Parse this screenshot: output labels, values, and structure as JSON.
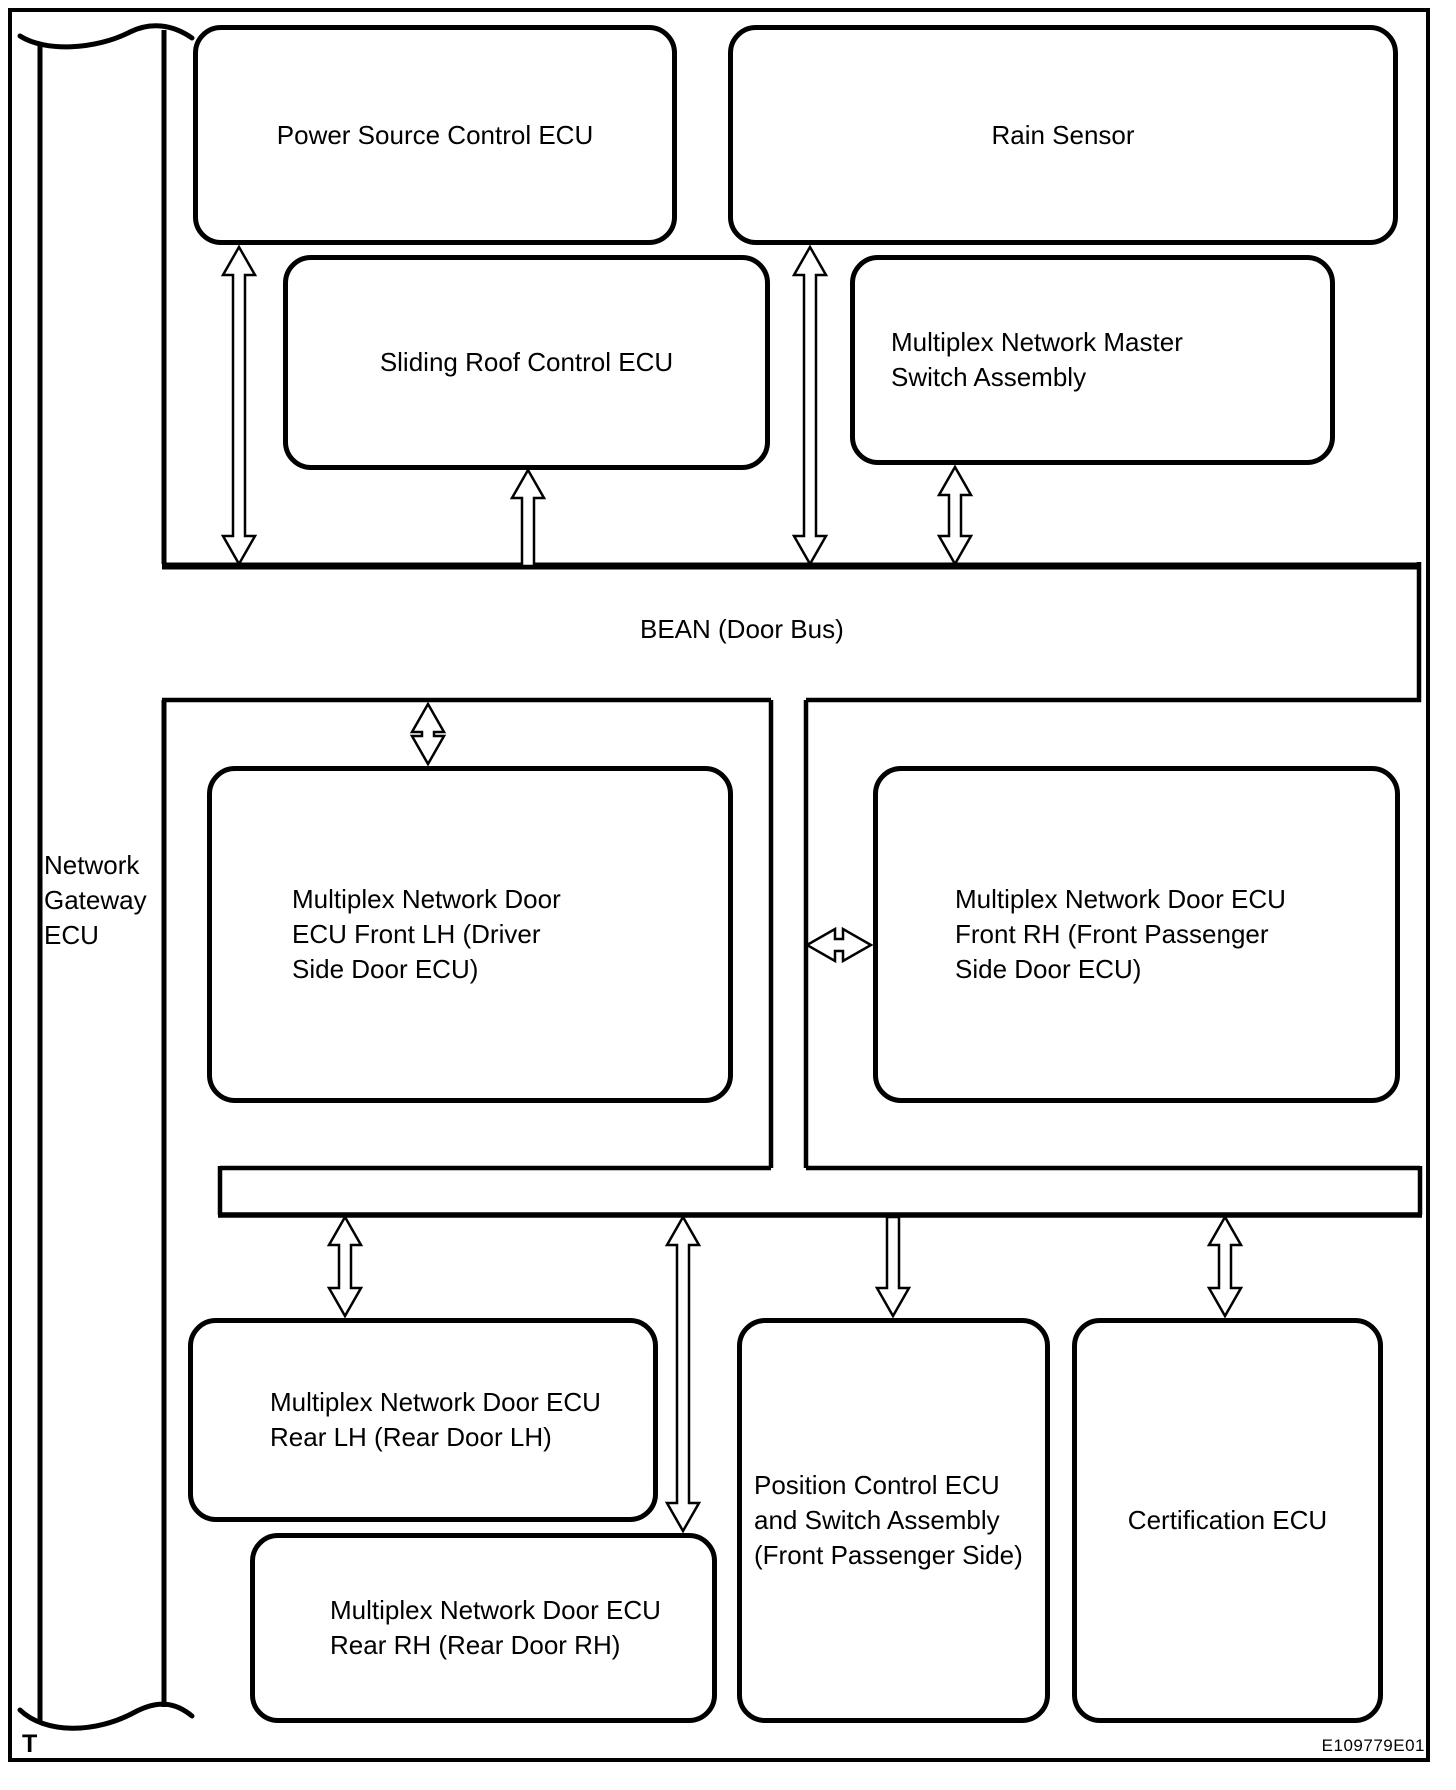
{
  "diagram": {
    "figure_code": "E109779E01",
    "gateway_bus": {
      "label": "Network\nGateway\nECU",
      "terminal_label": "T"
    },
    "door_bus": {
      "label": "BEAN (Door Bus)"
    },
    "boxes": {
      "power_source": "Power Source Control ECU",
      "rain_sensor": "Rain Sensor",
      "sliding_roof": "Sliding Roof Control ECU",
      "master_switch": "Multiplex Network Master\nSwitch Assembly",
      "front_lh": "Multiplex Network Door\nECU Front LH (Driver\nSide Door ECU)",
      "front_rh": "Multiplex Network Door ECU\nFront RH (Front Passenger\nSide Door ECU)",
      "rear_lh": "Multiplex Network Door ECU\nRear LH (Rear Door LH)",
      "rear_rh": "Multiplex Network Door ECU\nRear RH (Rear Door RH)",
      "position_control": "Position Control ECU\nand Switch Assembly\n(Front Passenger Side)",
      "certification": "Certification ECU"
    },
    "icons": {
      "vertical-double-arrow-icon": "↕",
      "horizontal-double-arrow-icon": "↔",
      "up-arrow-icon": "↑",
      "down-arrow-icon": "↓",
      "torn-edge-icon": "〜"
    },
    "colors": {
      "line": "#000000",
      "background": "#ffffff"
    }
  }
}
